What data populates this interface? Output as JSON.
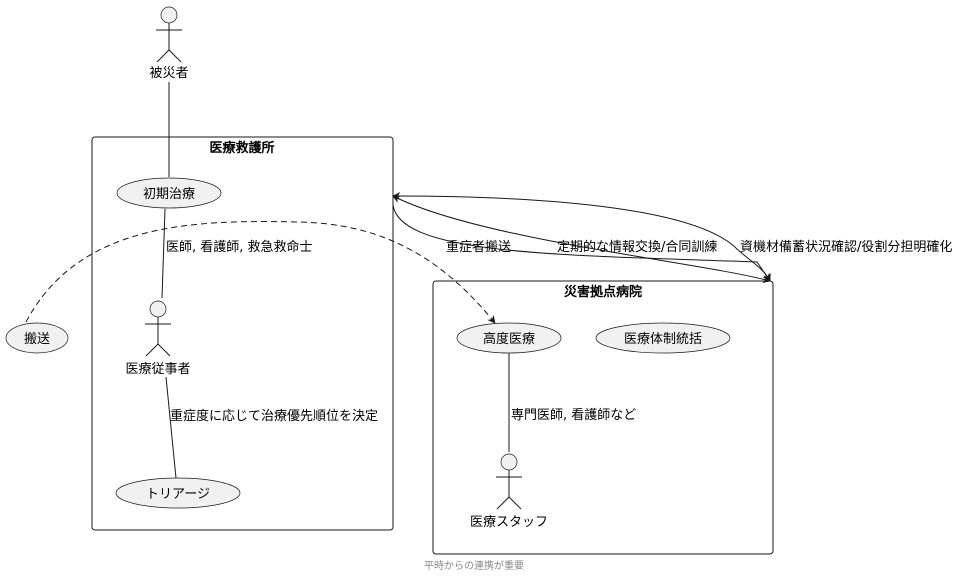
{
  "boxes": {
    "clinic": {
      "title": "医療救護所"
    },
    "hospital": {
      "title": "災害拠点病院"
    }
  },
  "actors": {
    "victim": "被災者",
    "medical_worker": "医療従事者",
    "medical_staff": "医療スタッフ"
  },
  "usecases": {
    "initial_treatment": "初期治療",
    "triage": "トリアージ",
    "transport": "搬送",
    "advanced_care": "高度医療",
    "medical_command": "医療体制統括"
  },
  "labels": {
    "clinic_staff": "医師, 看護師, 救急救命士",
    "triage_note": "重症度に応じて治療優先順位を決定",
    "hospital_staff": "専門医師, 看護師など",
    "severe_transport": "重症者搬送",
    "info_exchange": "定期的な情報交換/合同訓練",
    "resource_check": "資機材備蓄状況確認/役割分担明確化"
  },
  "footer": "平時からの連携が重要",
  "colors": {
    "line": "#181818",
    "usecase_fill": "#f1f1f1",
    "footer_text": "#888888"
  }
}
